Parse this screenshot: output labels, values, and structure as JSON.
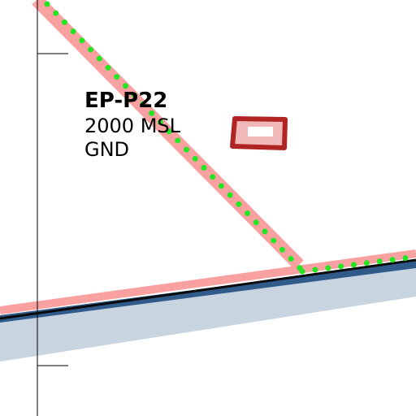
{
  "airspace": {
    "name": "EP-P22",
    "upper_limit": "2000 MSL",
    "lower_limit": "GND"
  },
  "colors": {
    "background": "#ffffff",
    "restricted_zone": "#f9a0a0",
    "route_dots": "#22e622",
    "coastline": "#0a0a0a",
    "water_dark": "#2f5a8a",
    "water_light": "#c8d4df",
    "obstacle_outer": "#b02424",
    "obstacle_inner": "#f0b8b8",
    "grid_line": "#000000"
  },
  "icons": {
    "obstacle": "obstacle-square-icon"
  }
}
